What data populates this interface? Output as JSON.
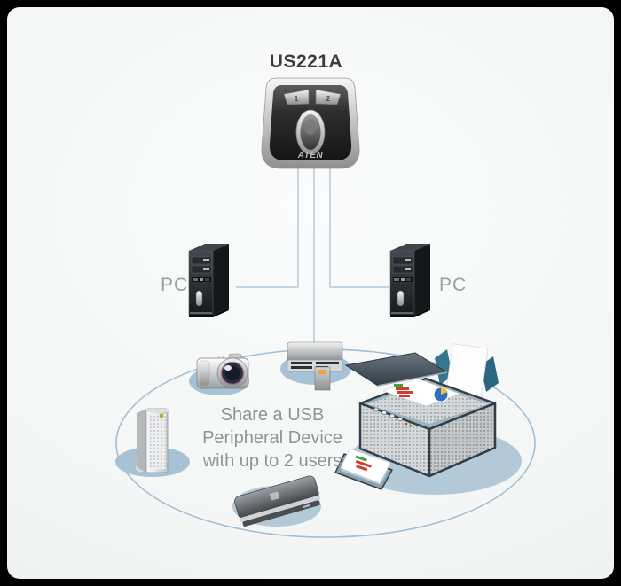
{
  "title": "US221A",
  "switch": {
    "model": "US221A",
    "brand": "ATEN",
    "port1": "1",
    "port2": "2"
  },
  "computers": [
    {
      "label": "PC",
      "side": "left"
    },
    {
      "label": "PC",
      "side": "right"
    }
  ],
  "caption": {
    "line1": "Share a USB",
    "line2": "Peripheral Device",
    "line3": "with up to 2 users"
  },
  "peripherals": {
    "icons": [
      "digital-camera-icon",
      "card-reader-icon",
      "printer-icon",
      "tower-drive-icon",
      "portable-drive-icon"
    ]
  },
  "colors": {
    "frame": "#000000",
    "panel": "#f6f7f7",
    "ring": "#a0bed6",
    "connection_line": "#b3c9da",
    "shadow_ellipse": "#a8c2d5",
    "title_text": "#3d3d3d",
    "caption_text": "#8f9396",
    "pc_label_text": "#9aa0a4"
  }
}
